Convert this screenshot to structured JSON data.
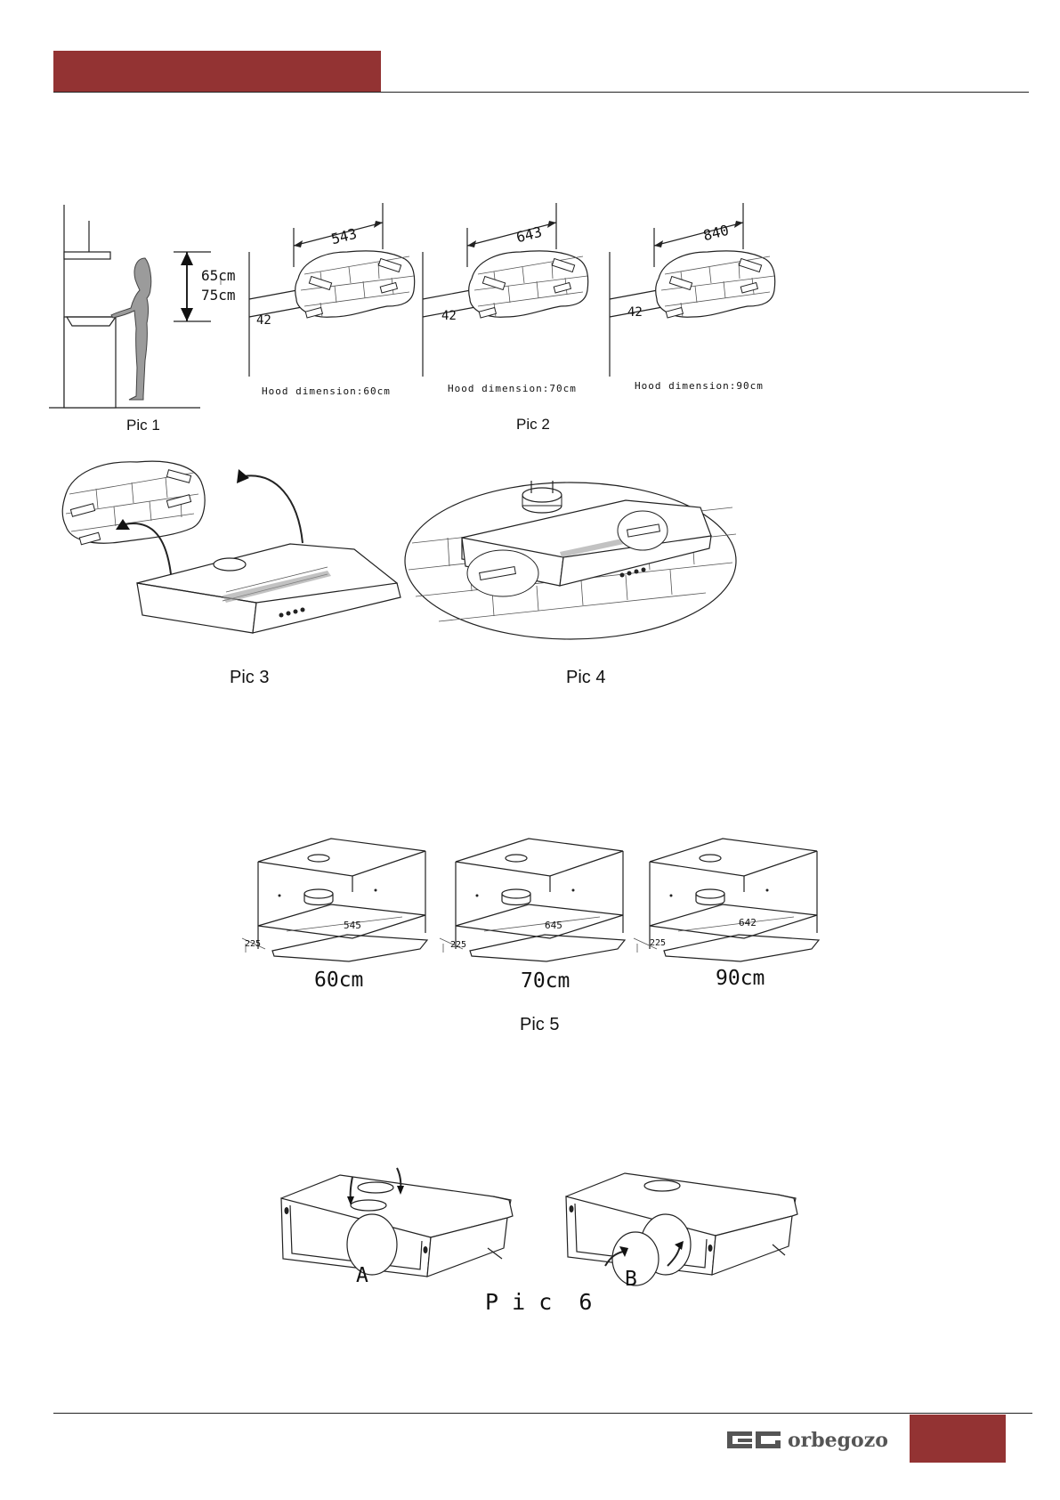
{
  "pic1": {
    "caption": "Pic 1",
    "height_min": "65cm",
    "height_max": "75cm"
  },
  "pic2": {
    "caption": "Pic 2",
    "panels": [
      {
        "width_label": "543",
        "offset_label": "42",
        "hood_label": "Hood dimension",
        "hood_size": ":60cm"
      },
      {
        "width_label": "643",
        "offset_label": "42",
        "hood_label": "Hood dimension",
        "hood_size": ":70cm"
      },
      {
        "width_label": "840",
        "offset_label": "42",
        "hood_label": "Hood dimension",
        "hood_size": ":90cm"
      }
    ]
  },
  "pic3": {
    "caption": "Pic 3"
  },
  "pic4": {
    "caption": "Pic 4"
  },
  "pic5": {
    "caption": "Pic 5",
    "variants": [
      {
        "size": "60cm",
        "width_label": "545",
        "depth_label": "225"
      },
      {
        "size": "70cm",
        "width_label": "645",
        "depth_label": "225"
      },
      {
        "size": "90cm",
        "width_label": "642",
        "depth_label": "225"
      }
    ]
  },
  "pic6": {
    "caption": "P i c  6",
    "label_a": "A",
    "label_b": "B"
  },
  "footer": {
    "brand": "orbegozo"
  },
  "colors": {
    "accent": "#933333",
    "line": "#222222"
  }
}
